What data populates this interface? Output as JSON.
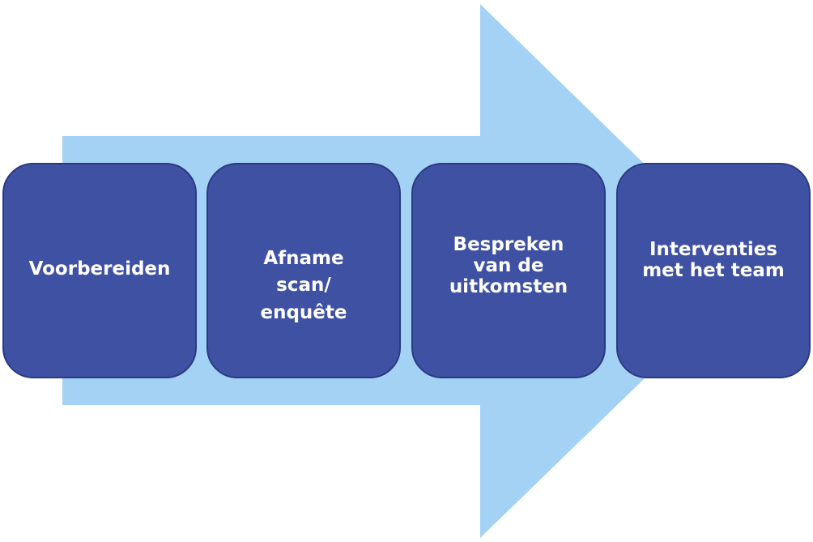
{
  "diagram": {
    "arrow_color": "#a3d2f5",
    "box_color": "#3f51a3",
    "box_border_color": "#2a3a82",
    "text_color": "#ffffff",
    "steps": [
      {
        "label": "Voorbereiden"
      },
      {
        "label": "Afname\nscan/\nenquête"
      },
      {
        "label": "Bespreken\nvan de\nuitkomsten"
      },
      {
        "label": "Interventies\nmet het team"
      }
    ]
  }
}
